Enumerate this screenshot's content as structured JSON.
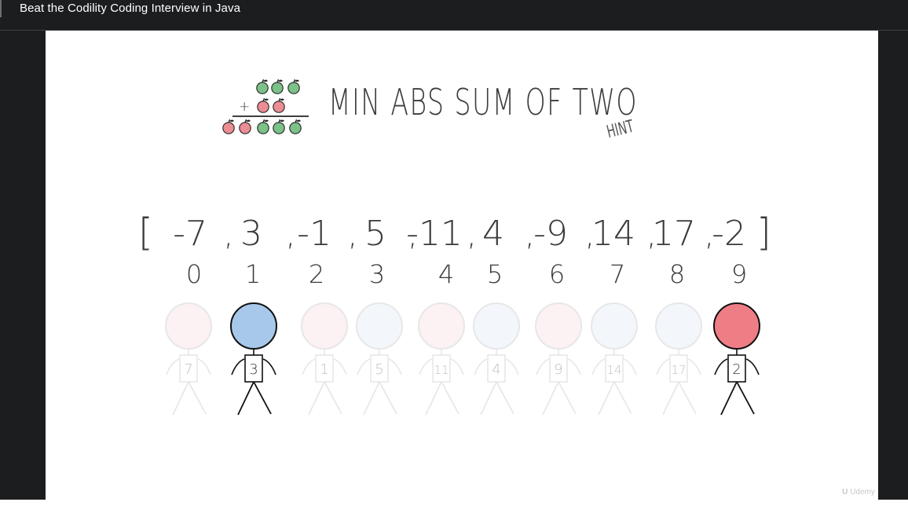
{
  "window": {
    "title": "Beat the Codility Coding Interview in Java"
  },
  "slide": {
    "heading": "MIN ABS SUM OF TWO",
    "subheading": "HINT",
    "array": {
      "open_bracket": "[",
      "close_bracket": "]",
      "values": [
        "-7",
        "3",
        "-1",
        "5",
        "-11",
        "4",
        "-9",
        "14",
        "17",
        "-2"
      ],
      "indices": [
        "0",
        "1",
        "2",
        "3",
        "4",
        "5",
        "6",
        "7",
        "8",
        "9"
      ]
    },
    "figures": [
      {
        "label": "7",
        "color": "#f7d6da",
        "faded": true
      },
      {
        "label": "3",
        "color": "#a7c8ea",
        "faded": false
      },
      {
        "label": "1",
        "color": "#f7d6da",
        "faded": true
      },
      {
        "label": "5",
        "color": "#dce7f4",
        "faded": true
      },
      {
        "label": "11",
        "color": "#f7d6da",
        "faded": true
      },
      {
        "label": "4",
        "color": "#dce7f4",
        "faded": true
      },
      {
        "label": "9",
        "color": "#f7d6da",
        "faded": true
      },
      {
        "label": "14",
        "color": "#dce7f4",
        "faded": true
      },
      {
        "label": "17",
        "color": "#dce7f4",
        "faded": true
      },
      {
        "label": "2",
        "color": "#ef7d86",
        "faded": false
      }
    ],
    "apple_math": {
      "plus_sign": "+"
    },
    "colors": {
      "apple_green": "#7cc08a",
      "apple_red": "#ec8c94"
    }
  },
  "watermark": {
    "logo": "U",
    "text": "Udemy"
  }
}
